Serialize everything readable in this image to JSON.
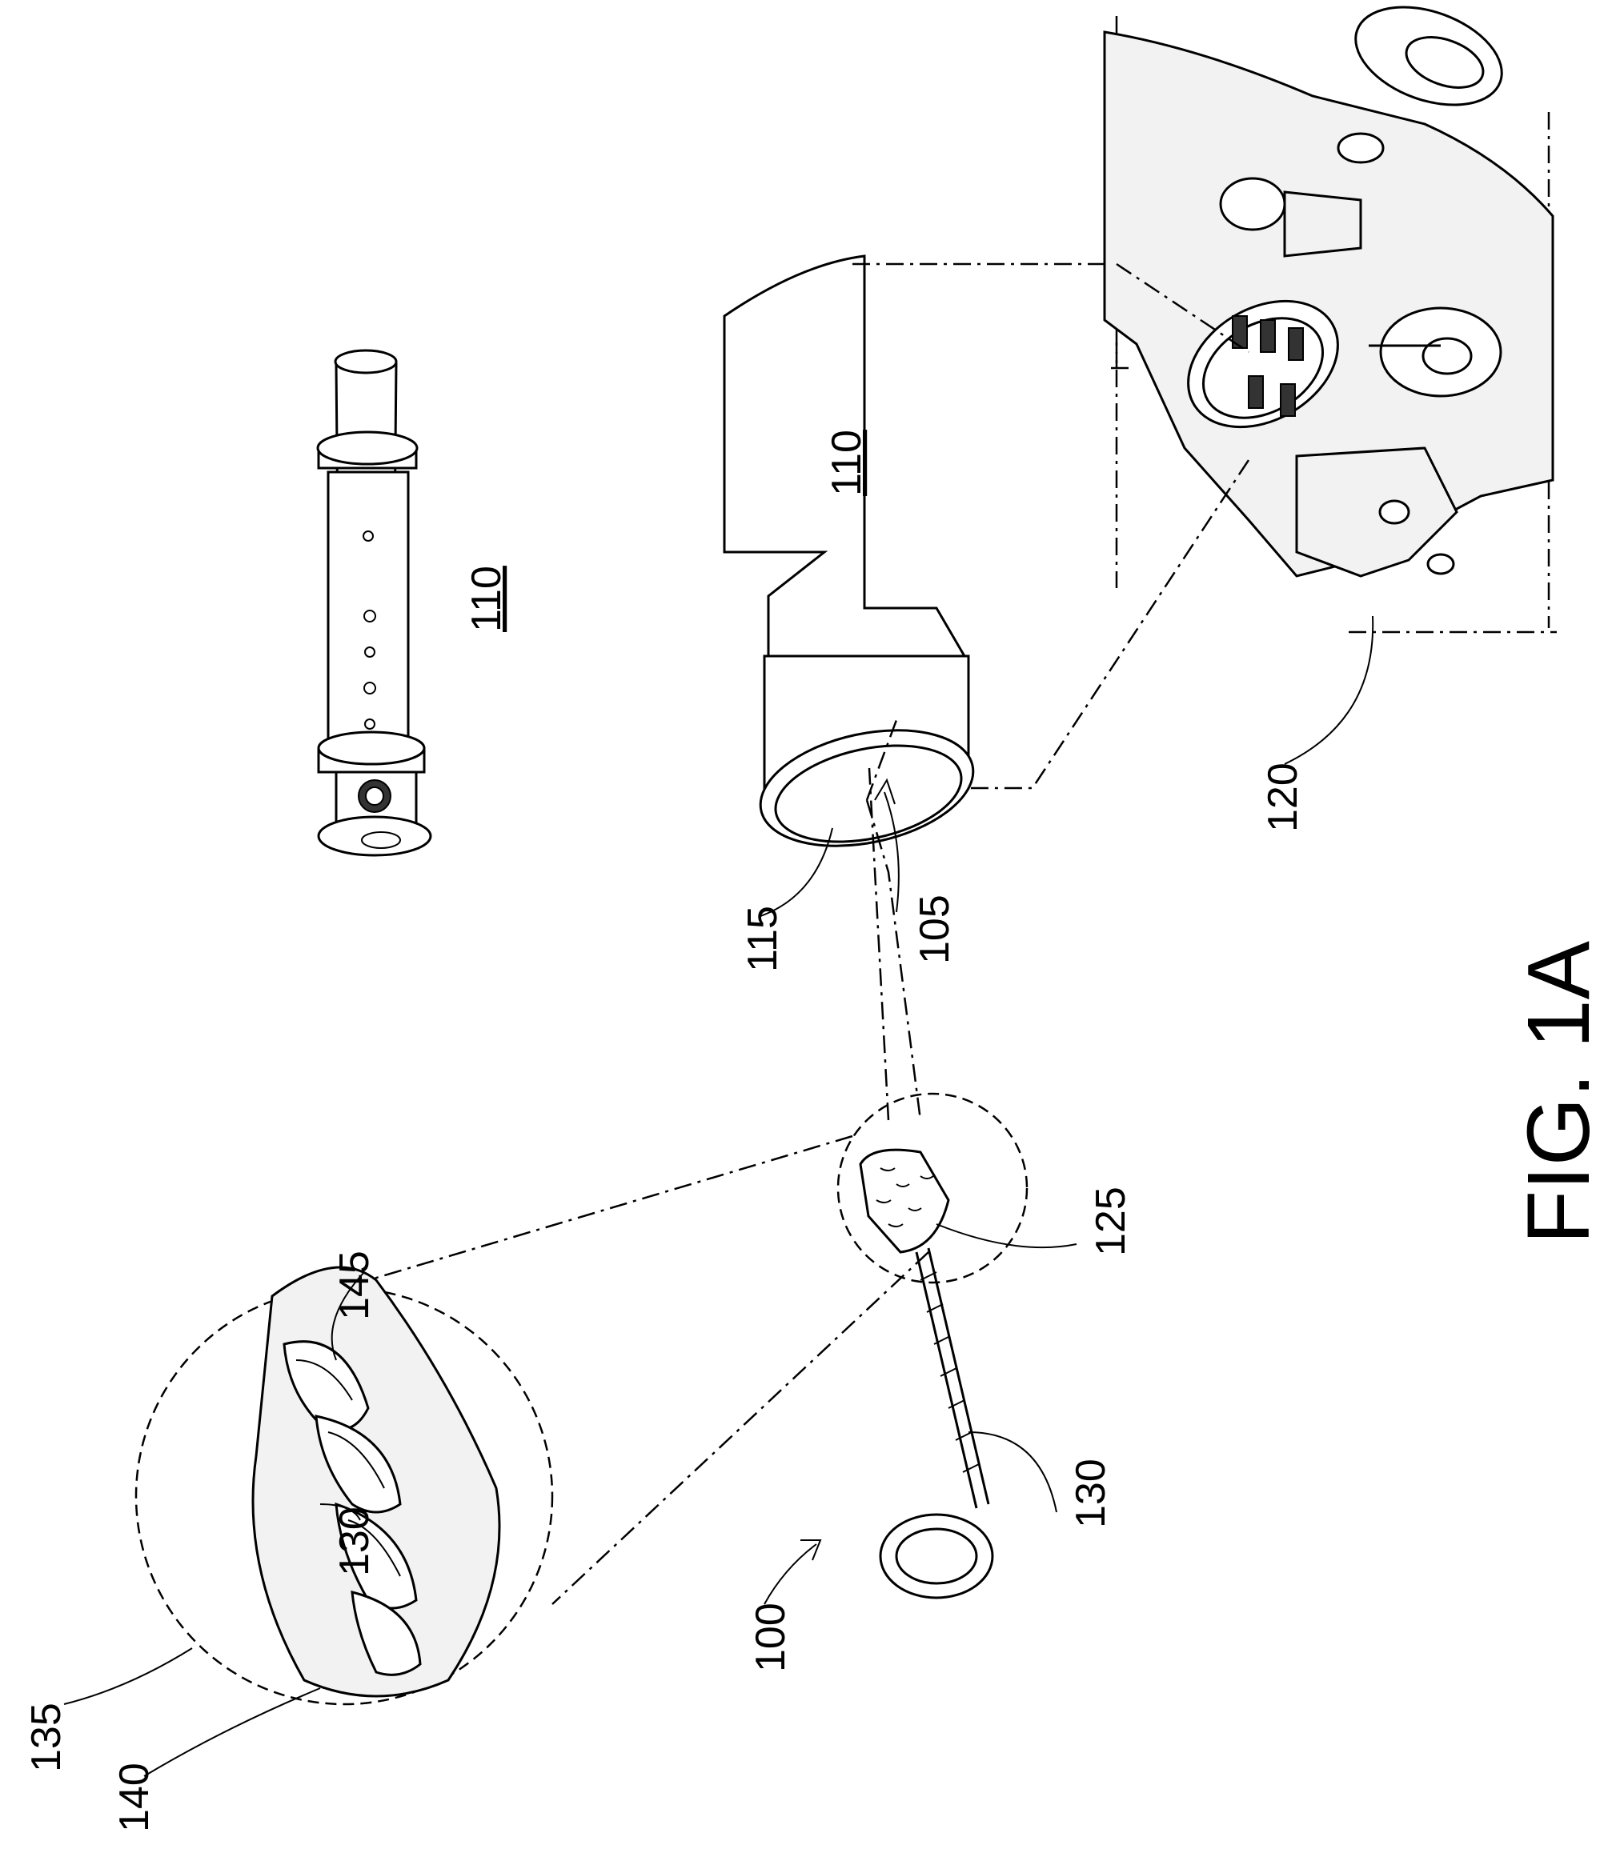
{
  "figure": {
    "caption": "FIG. 1A",
    "labels": {
      "ref_100": "100",
      "ref_105": "105",
      "ref_110_pin": "110",
      "ref_110_sleeve": "110",
      "ref_115": "115",
      "ref_120": "120",
      "ref_125": "125",
      "ref_130_main": "130",
      "ref_130_detail": "130",
      "ref_135": "135",
      "ref_140": "140",
      "ref_145": "145"
    }
  }
}
